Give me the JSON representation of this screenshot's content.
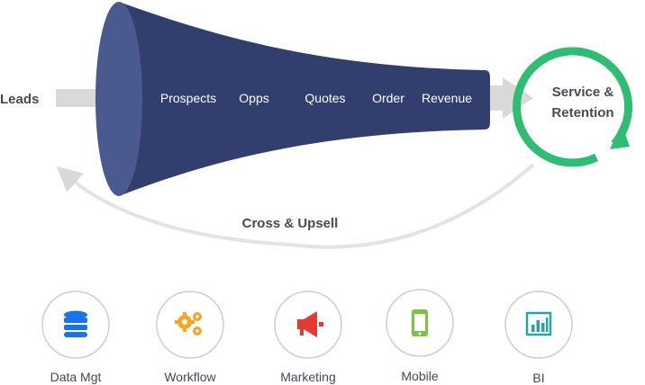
{
  "input_label": "Leads",
  "stages": [
    "Prospects",
    "Opps",
    "Quotes",
    "Order",
    "Revenue"
  ],
  "service": {
    "line1": "Service &",
    "line2": "Retention"
  },
  "loop_label": "Cross & Upsell",
  "tools": [
    {
      "label": "Data Mgt",
      "icon": "database-icon"
    },
    {
      "label": "Workflow",
      "icon": "gears-icon"
    },
    {
      "label": "Marketing",
      "icon": "megaphone-icon"
    },
    {
      "label": "Mobile",
      "icon": "mobile-phone-icon"
    },
    {
      "label": "BI",
      "icon": "bar-chart-icon"
    }
  ],
  "colors": {
    "funnel": "#323f6e",
    "funnel_mouth": "#4a5a8f",
    "arrow_gray": "#d9d9d9",
    "service_ring": "#2ebd72",
    "database": "#1a73e8",
    "gears": "#f5a623",
    "megaphone": "#e53935",
    "mobile": "#7cc142",
    "chart": "#27a4a8",
    "tool_ring": "#c9ced6"
  }
}
